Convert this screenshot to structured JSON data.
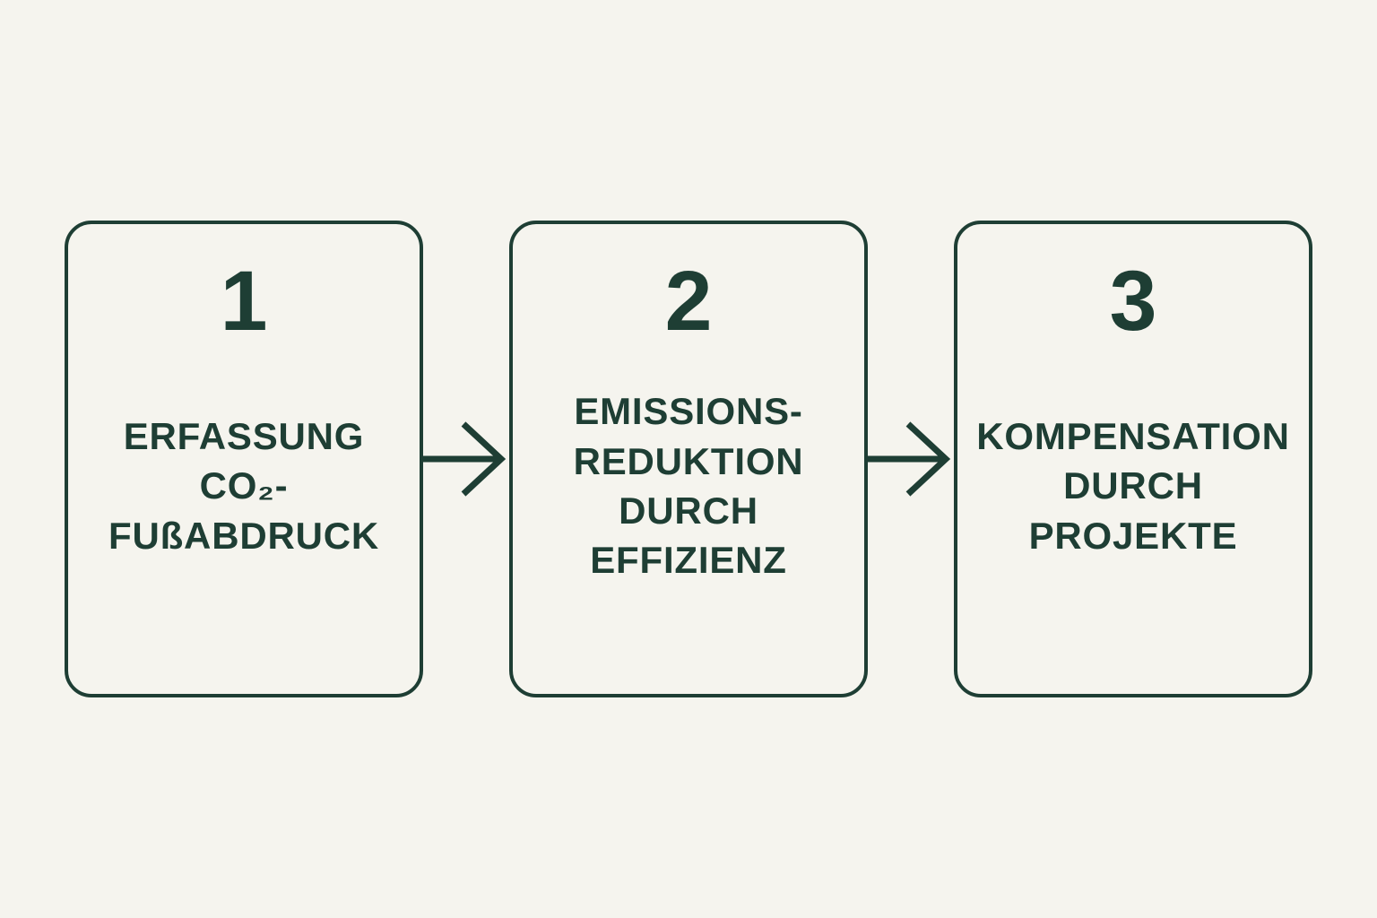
{
  "diagram": {
    "colors": {
      "background": "#f5f4ee",
      "foreground": "#1e3e34"
    },
    "steps": [
      {
        "number": "1",
        "label": "ERFASSUNG\nCO₂-\nFUßABDRUCK"
      },
      {
        "number": "2",
        "label": "EMISSIONS-\nREDUKTION\nDURCH\nEFFIZIENZ"
      },
      {
        "number": "3",
        "label": "KOMPENSATION\nDURCH\nPROJEKTE"
      }
    ]
  }
}
